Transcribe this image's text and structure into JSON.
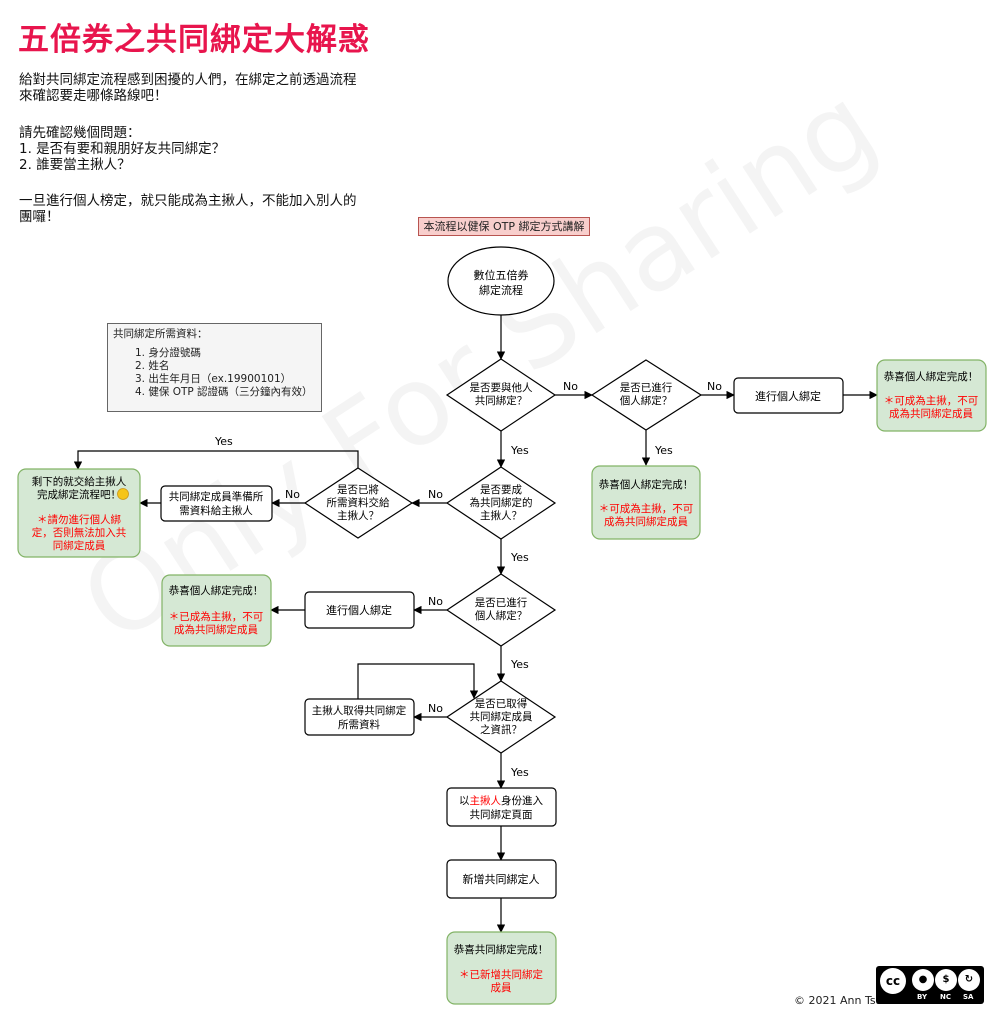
{
  "title": "五倍券之共同綁定大解惑",
  "intro": {
    "line1": "給對共同綁定流程感到困擾的人們，在綁定之前透過流程",
    "line2": "來確認要走哪條路線吧！",
    "questions_heading": "請先確認幾個問題：",
    "q1": "1. 是否有要和親朋好友共同綁定？",
    "q2": "2. 誰要當主揪人？",
    "warn1": "一旦進行個人榜定，就只能成為主揪人，不能加入別人的",
    "warn2": "團囉！"
  },
  "note": "本流程以健保 OTP 綁定方式講解",
  "info": {
    "heading": "共同綁定所需資料：",
    "items": [
      "1. 身分證號碼",
      "2. 姓名",
      "3. 出生年月日（ex.19900101）",
      "4. 健保 OTP 認證碼（三分鐘內有效）"
    ]
  },
  "flow": {
    "start": [
      "數位五倍券",
      "綁定流程"
    ],
    "d1": [
      "是否要與他人",
      "共同綁定？"
    ],
    "d2": [
      "是否已進行",
      "個人綁定？"
    ],
    "p1": "進行個人綁定",
    "r1_title": "恭喜個人綁定完成！",
    "r1_note": [
      "＊可成為主揪，不可",
      "成為共同綁定成員"
    ],
    "r2_title": "恭喜個人綁定完成！",
    "r2_note": [
      "＊可成為主揪，不可",
      "成為共同綁定成員"
    ],
    "d3": [
      "是否要成",
      "為共同綁定的",
      "主揪人？"
    ],
    "d4": [
      "是否已將",
      "所需資料交給",
      "主揪人？"
    ],
    "p2": [
      "共同綁定成員準備所",
      "需資料給主揪人"
    ],
    "r3_title": [
      "剩下的就交給主揪人",
      "完成綁定流程吧！"
    ],
    "r3_note": [
      "＊請勿進行個人綁",
      "定，否則無法加入共",
      "同綁定成員"
    ],
    "d5": [
      "是否已進行",
      "個人綁定？"
    ],
    "p3": "進行個人綁定",
    "r4_title": "恭喜個人綁定完成！",
    "r4_note": [
      "＊已成為主揪，不可",
      "成為共同綁定成員"
    ],
    "d6": [
      "是否已取得",
      "共同綁定成員",
      "之資訊？"
    ],
    "p4": [
      "主揪人取得共同綁定",
      "所需資料"
    ],
    "p5_pre": "以",
    "p5_hl": "主揪人",
    "p5_post": "身份進入",
    "p5_line2": "共同綁定頁面",
    "p6": "新增共同綁定人",
    "r5_title": "恭喜共同綁定完成！",
    "r5_note": [
      "＊已新增共同綁定",
      "成員"
    ],
    "yes": "Yes",
    "no": "No"
  },
  "watermark": "Only For Sharing",
  "copyright": "© 2021 Ann Tsai",
  "license": {
    "cc": "cc",
    "by": "BY",
    "nc": "NC",
    "sa": "SA"
  },
  "colors": {
    "title": "#e8154d",
    "green_fill": "#d5e8d4",
    "green_stroke": "#82b366",
    "red_note": "#ff0000"
  }
}
